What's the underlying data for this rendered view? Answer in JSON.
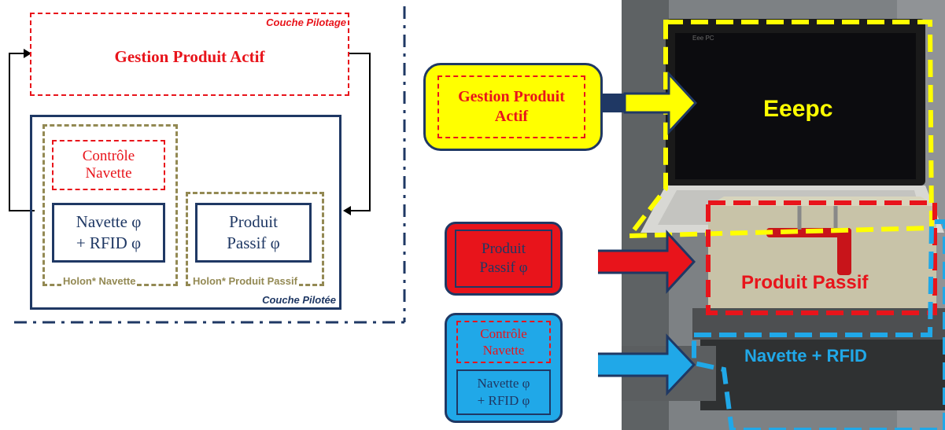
{
  "left": {
    "couche_pilotage_label": "Couche Pilotage",
    "gestion_title": "Gestion Produit Actif",
    "controle_line1": "Contrôle",
    "controle_line2": "Navette",
    "navette_line1": "Navette φ",
    "navette_line2": "+ RFID φ",
    "produit_line1": "Produit",
    "produit_line2": "Passif φ",
    "holon_navette_label": "Holon* Navette",
    "holon_produit_label": "Holon* Produit Passif",
    "couche_pilotee_label": "Couche Pilotée"
  },
  "middle": {
    "gestion_line1": "Gestion Produit",
    "gestion_line2": "Actif",
    "produit_line1": "Produit",
    "produit_line2": "Passif φ",
    "controle_line1": "Contrôle",
    "controle_line2": "Navette",
    "navette_line1": "Navette φ",
    "navette_line2": "+ RFID φ"
  },
  "photo": {
    "eeepc_label": "Eeepc",
    "produit_passif_label": "Produit Passif",
    "navette_rfid_label": "Navette + RFID",
    "laptop_brand": "Eee PC"
  },
  "colors": {
    "red": "#e8141b",
    "yellow": "#ffff00",
    "blue": "#20a8e8",
    "navy": "#1f3864",
    "khaki": "#938953"
  }
}
